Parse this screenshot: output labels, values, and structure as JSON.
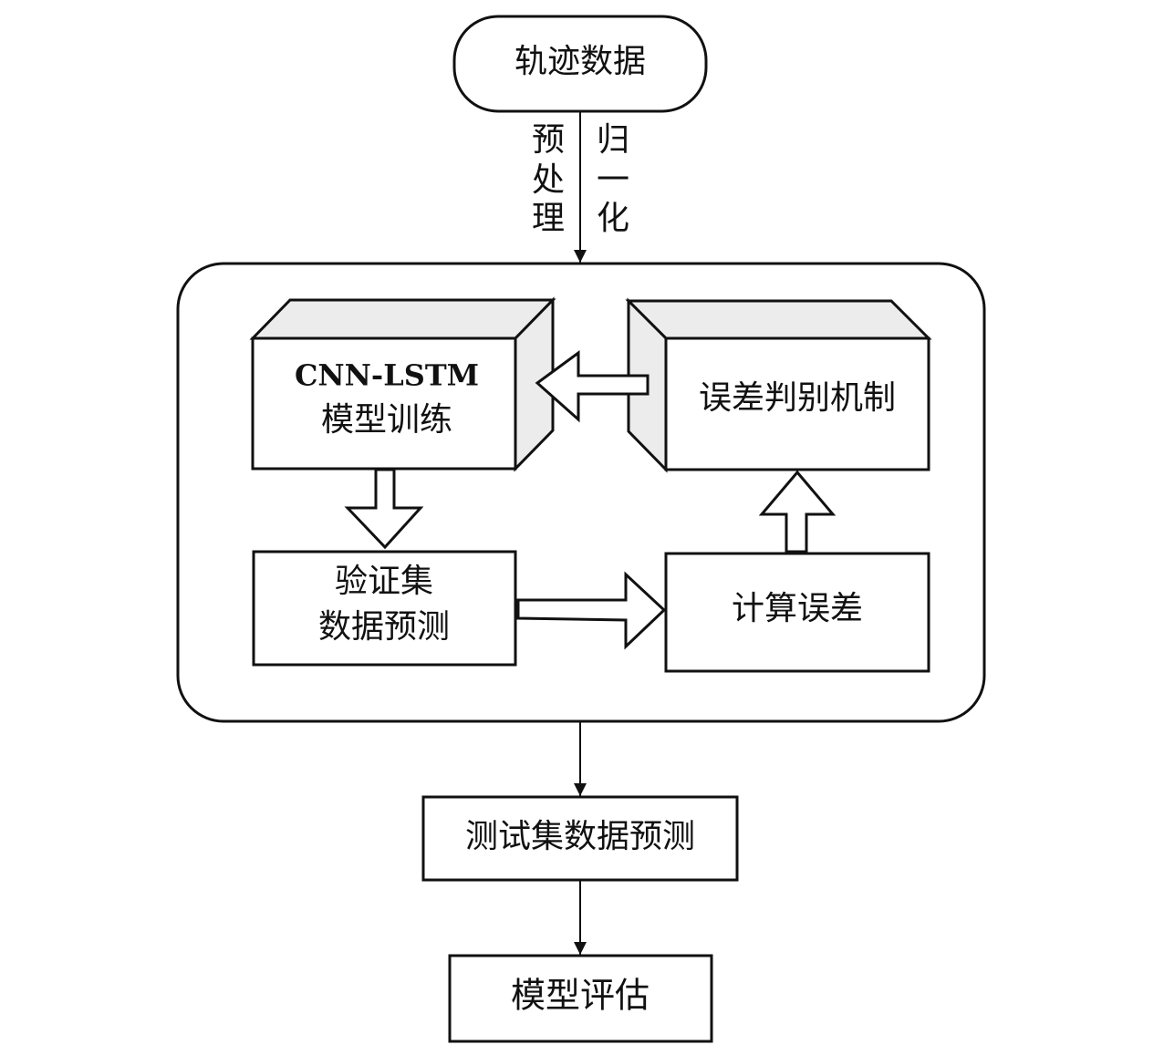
{
  "nodes": {
    "input": "轨迹数据",
    "train_line1": "CNN-LSTM",
    "train_line2": "模型训练",
    "error_mechanism": "误差判别机制",
    "val_line1": "验证集",
    "val_line2": "数据预测",
    "compute_error": "计算误差",
    "test_predict": "测试集数据预测",
    "evaluate": "模型评估"
  },
  "edge_labels": {
    "left": [
      "预",
      "处",
      "理"
    ],
    "right": [
      "归",
      "一",
      "化"
    ]
  }
}
